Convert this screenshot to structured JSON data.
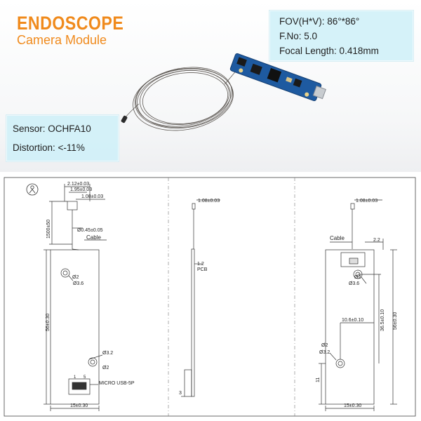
{
  "header": {
    "title_line1": "ENDOSCOPE",
    "title_line2": "Camera Module",
    "accent_color": "#f08a1c"
  },
  "specs_right": {
    "fov": "FOV(H*V): 86°*86°",
    "fno": "F.No: 5.0",
    "focal": "Focal Length: 0.418mm"
  },
  "specs_left": {
    "sensor": "Sensor: OCHFA10",
    "distortion": "Distortion: <-11%"
  },
  "drawing": {
    "left_view": {
      "dim_top1": "2.12±0.03",
      "dim_top2": "1.95±0.03",
      "dim_top3": "1.08±0.03",
      "cable_length": "1500±50",
      "cable_dia": "Ø0.45±0.05",
      "cable_label": "Cable",
      "hole_a_1": "Ø2",
      "hole_a_2": "Ø3.6",
      "height": "56±0.30",
      "hole_b_1": "Ø3.2",
      "hole_b_2": "Ø2",
      "pin1": "1",
      "pin5": "5",
      "connector": "MICRO USB-5P",
      "width": "15±0.30"
    },
    "side_view": {
      "dim_top": "1.08±0.03",
      "pcb_thk": "1.2",
      "pcb_label": "PCB",
      "connector_h": "3"
    },
    "right_view": {
      "dim_top": "1.08±0.03",
      "cable_label": "Cable",
      "offset": "2.2",
      "hole_a_1": "Ø2",
      "hole_a_2": "Ø3.6",
      "dim_b": "36.5±0.10",
      "height": "56±0.30",
      "dim_c": "10.6±0.10",
      "hole_b_1": "Ø2",
      "hole_b_2": "Ø3.2",
      "bottom": "11",
      "width": "15±0.30"
    }
  }
}
